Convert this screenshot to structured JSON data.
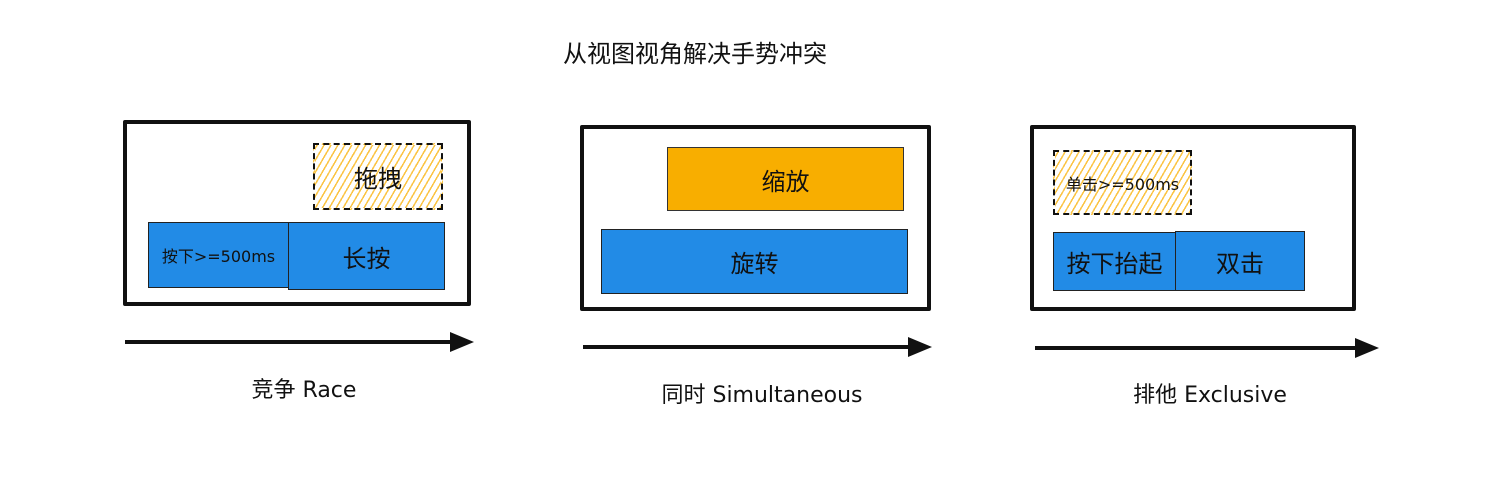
{
  "title": "从视图视角解决手势冲突",
  "panels": [
    {
      "label": "竞争 Race",
      "boxes": [
        "拖拽",
        "按下>=500ms",
        "长按"
      ]
    },
    {
      "label": "同时 Simultaneous",
      "boxes": [
        "缩放",
        "旋转"
      ]
    },
    {
      "label": "排他 Exclusive",
      "boxes": [
        "单击>=500ms",
        "按下抬起",
        "双击"
      ]
    }
  ],
  "colors": {
    "blue": "#228be6",
    "orange": "#f8ae00",
    "hatch": "#fab005"
  }
}
